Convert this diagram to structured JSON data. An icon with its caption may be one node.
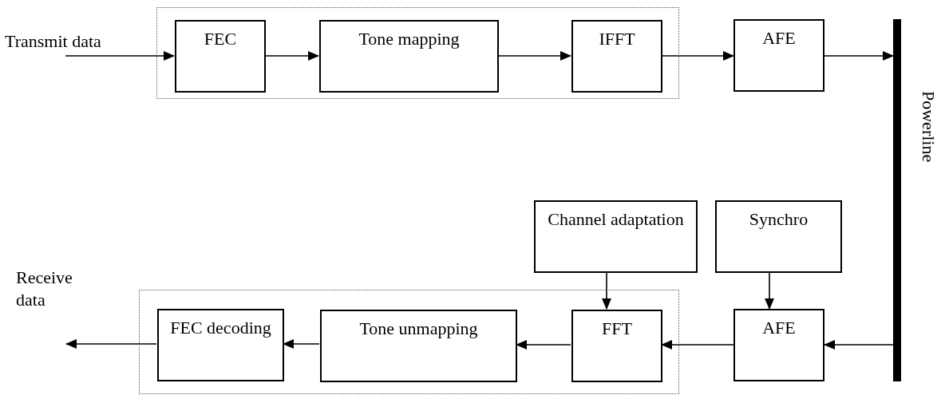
{
  "diagram": {
    "nodes": [
      {
        "text": [],
        "shape": "box"
      },
      {
        "text": [
          "Transmit data"
        ]
      },
      {
        "text": [
          "FEC"
        ],
        "in": 0
      },
      {
        "text": [
          "Tone mapping"
        ],
        "in": 0
      },
      {
        "text": [
          "IFFT"
        ],
        "in": 0
      },
      {
        "text": [
          "AFE"
        ]
      },
      {
        "text": [],
        "shape": "bar",
        "beside": [
          "Powerline"
        ]
      },
      {
        "text": [],
        "shape": "box"
      },
      {
        "text": [
          "Channel adaptation"
        ]
      },
      {
        "text": [
          "Synchro"
        ]
      },
      {
        "text": [
          "FFT"
        ],
        "in": 7
      },
      {
        "text": [
          "AFE"
        ]
      },
      {
        "text": [
          "Tone unmapping"
        ],
        "in": 7
      },
      {
        "text": [
          "FEC decoding"
        ],
        "in": 7
      },
      {
        "text": [
          "Receive data"
        ]
      }
    ],
    "edges": [
      {
        "from": 1,
        "to": 2,
        "arrow": "to"
      },
      {
        "from": 2,
        "to": 3,
        "arrow": "to"
      },
      {
        "from": 3,
        "to": 4,
        "arrow": "to"
      },
      {
        "from": 4,
        "to": 5,
        "arrow": "to"
      },
      {
        "from": 5,
        "to": 6,
        "arrow": "to"
      },
      {
        "from": 6,
        "to": 11,
        "arrow": "to"
      },
      {
        "from": 9,
        "to": 11,
        "arrow": "to"
      },
      {
        "from": 11,
        "to": 10,
        "arrow": "to"
      },
      {
        "from": 8,
        "to": 10,
        "arrow": "to"
      },
      {
        "from": 10,
        "to": 12,
        "arrow": "to"
      },
      {
        "from": 12,
        "to": 13,
        "arrow": "to"
      },
      {
        "from": 13,
        "to": 14,
        "arrow": "to"
      }
    ]
  }
}
